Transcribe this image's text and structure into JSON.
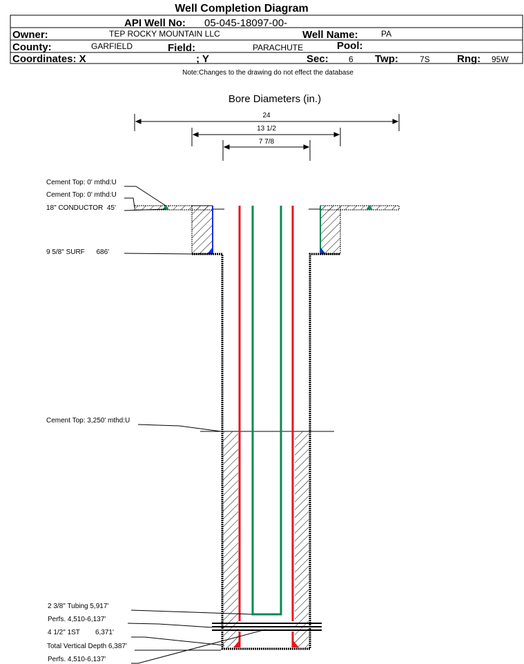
{
  "title": "Well Completion Diagram",
  "header": {
    "api_label": "API Well No:",
    "api_value": "05-045-18097-00-",
    "owner_label": "Owner:",
    "owner_value": "TEP ROCKY MOUNTAIN LLC",
    "well_name_label": "Well Name:",
    "well_name_value": "PA",
    "county_label": "County:",
    "county_value": "GARFIELD",
    "field_label": "Field:",
    "field_value": "PARACHUTE",
    "pool_label": "Pool:",
    "coords_label": "Coordinates: X",
    "coords_y_label": "; Y",
    "sec_label": "Sec:",
    "sec_value": "6",
    "twp_label": "Twp:",
    "twp_value": "7S",
    "rng_label": "Rng:",
    "rng_value": "95W"
  },
  "note": "Note:Changes to the drawing do not effect the database",
  "bore": {
    "title": "Bore Diameters (in.)",
    "dims": [
      "24",
      "13 1/2",
      "7 7/8"
    ]
  },
  "labels": {
    "cement_top_1": "Cement Top: 0' mthd:U",
    "cement_top_2": "Cement Top: 0' mthd:U",
    "conductor": "18\" CONDUCTOR  45'",
    "surface": "9 5/8\" SURF      686'",
    "cement_top_3": "Cement Top: 3,250' mthd:U",
    "tubing": "2 3/8\" Tubing 5,917'",
    "perfs_1": "Perfs. 4,510-6,137'",
    "production": "4 1/2\" 1ST        6,371'",
    "tvd": "Total Vertical Depth 6,387'",
    "perfs_2": "Perfs. 4,510-6,137'"
  },
  "colors": {
    "red": "#e8141c",
    "green": "#0a8a50",
    "blue": "#1030e0"
  }
}
